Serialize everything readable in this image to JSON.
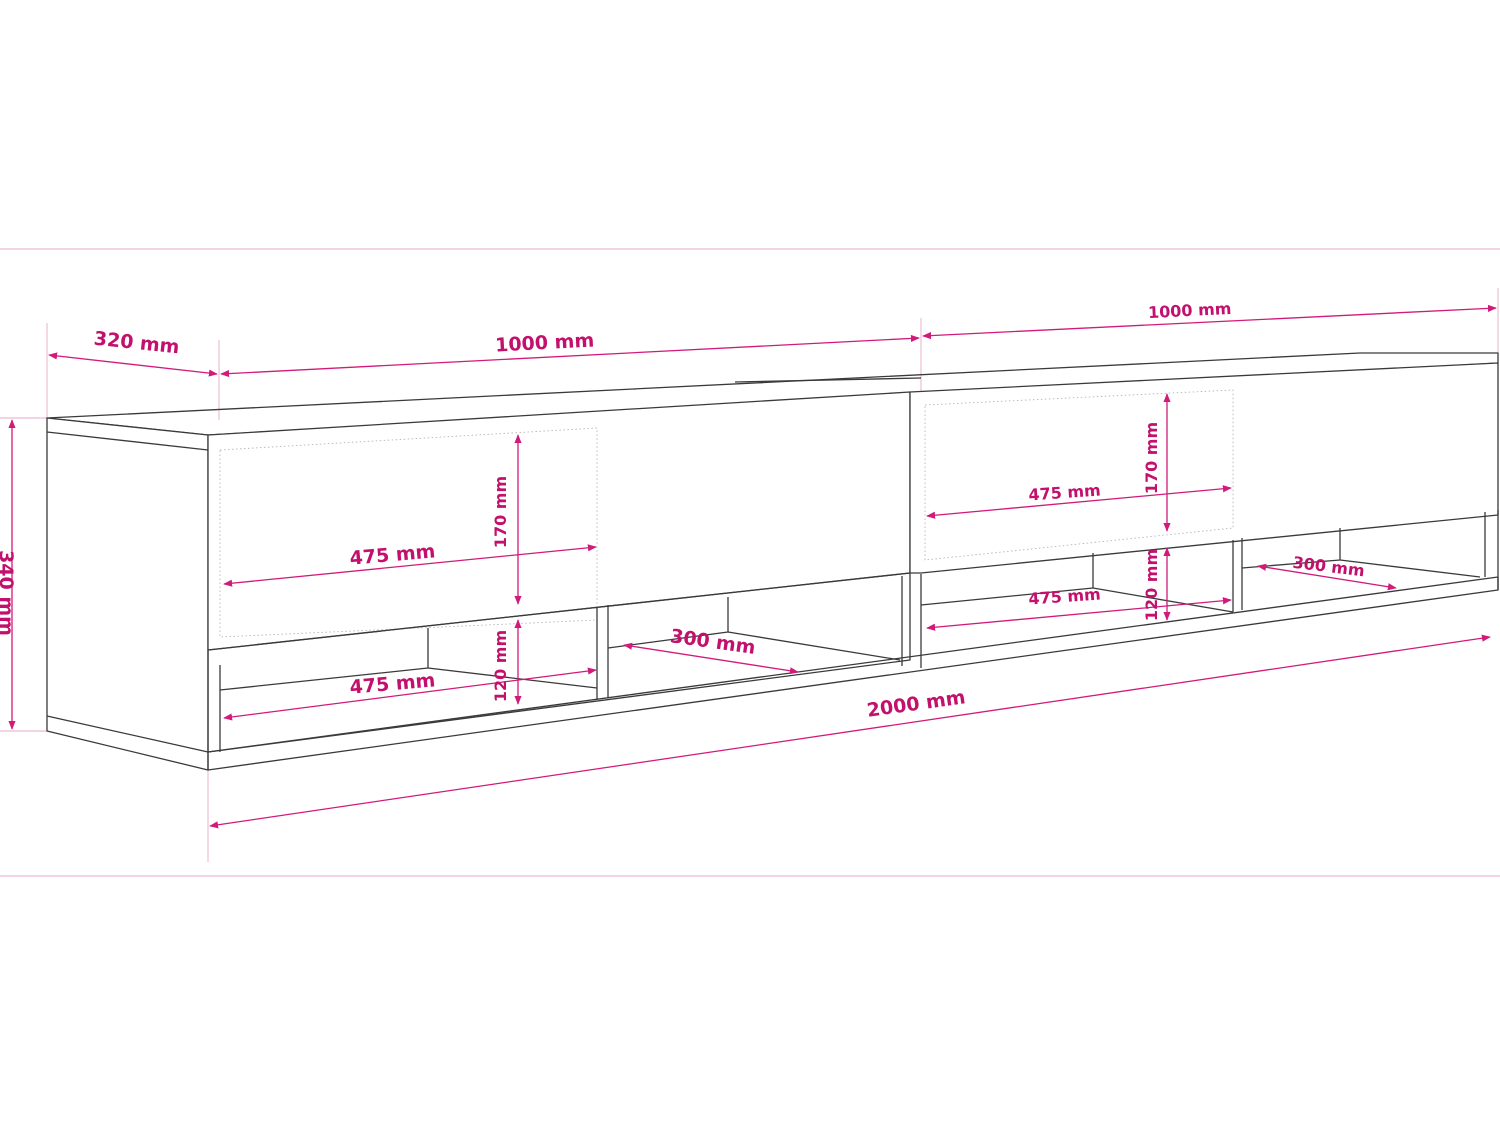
{
  "colors": {
    "dimension": "#d21a7a",
    "guide": "#e6a8c8",
    "outline": "#3a3a3a",
    "background": "#ffffff"
  },
  "labels": {
    "depth": "320 mm",
    "width_left": "1000 mm",
    "width_right": "1000 mm",
    "width_total": "2000 mm",
    "height": "340 mm",
    "left_flap_width": "475 mm",
    "left_flap_height": "170 mm",
    "left_shelf_width": "475 mm",
    "left_shelf_height": "120 mm",
    "left_niche_depth": "300 mm",
    "right_flap_width": "475 mm",
    "right_flap_height": "170 mm",
    "right_shelf_width": "475 mm",
    "right_shelf_height": "120 mm",
    "right_niche_depth": "300 mm"
  }
}
